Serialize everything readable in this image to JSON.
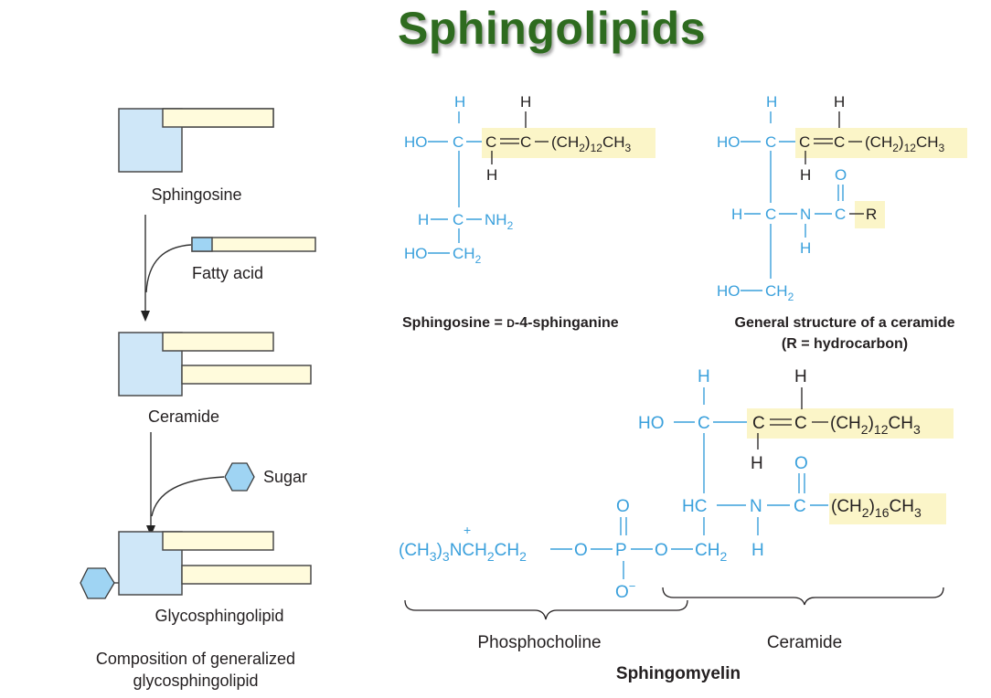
{
  "title": "Sphingolipids",
  "left_panel": {
    "sphingosine_label": "Sphingosine",
    "fatty_acid_label": "Fatty acid",
    "ceramide_label": "Ceramide",
    "sugar_label": "Sugar",
    "glycosphingolipid_label": "Glycosphingolipid",
    "caption_line1": "Composition of generalized",
    "caption_line2": "glycosphingolipid"
  },
  "sphingosine_structure": {
    "h_top1": "H",
    "h_top2": "H",
    "ho1": "HO",
    "c1": "C",
    "c2": "C",
    "eq": "=",
    "c3": "C",
    "chain_ch": "(CH",
    "chain_2": "2",
    "chain_paren": ")",
    "chain_12": "12",
    "chain_ch3": "CH",
    "chain_3": "3",
    "h_below": "H",
    "h_left": "H",
    "c_mid": "C",
    "nh": "NH",
    "nh_2": "2",
    "ho2": "HO",
    "ch": "CH",
    "ch_2": "2",
    "caption_a": "Sphingosine = ",
    "caption_d": "D",
    "caption_b": "-4-sphinganine"
  },
  "ceramide_structure": {
    "h_top1": "H",
    "h_top2": "H",
    "ho1": "HO",
    "c1": "C",
    "c2": "C",
    "eq": "=",
    "c3": "C",
    "chain_ch": "(CH",
    "chain_2": "2",
    "chain_paren": ")",
    "chain_12": "12",
    "chain_ch3": "CH",
    "chain_3": "3",
    "h_below": "H",
    "o": "O",
    "h_left": "H",
    "c_mid": "C",
    "n": "N",
    "c_carbonyl": "C",
    "r": "R",
    "nh_h": "H",
    "ho2": "HO",
    "ch": "CH",
    "ch_2": "2",
    "caption_line1": "General structure of a ceramide",
    "caption_line2": "(R = hydrocarbon)"
  },
  "sphingomyelin_structure": {
    "h_top1": "H",
    "h_top2": "H",
    "ho": "HO",
    "c1": "C",
    "c2": "C",
    "eq": "=",
    "c3": "C",
    "chain_ch": "(CH",
    "chain_2": "2",
    "chain_paren": ")",
    "chain_12": "12",
    "chain_ch3": "CH",
    "chain_3": "3",
    "h_below": "H",
    "o_carbonyl": "O",
    "hc": "HC",
    "n": "N",
    "c_carbonyl": "C",
    "fa_ch": "(CH",
    "fa_2": "2",
    "fa_paren": ")",
    "fa_16": "16",
    "fa_ch3": "CH",
    "fa_3": "3",
    "o_phosphate": "O",
    "plus": "+",
    "choline_a": "(CH",
    "choline_3a": "3",
    "choline_b": ")",
    "choline_3b": "3",
    "choline_c": "NCH",
    "choline_2a": "2",
    "choline_d": "CH",
    "choline_2b": "2",
    "o1": "O",
    "p": "P",
    "o2": "O",
    "ch2": "CH",
    "ch2_2": "2",
    "nh_h": "H",
    "o_minus": "O",
    "minus": "−",
    "brace_left_label": "Phosphocholine",
    "brace_right_label": "Ceramide",
    "caption": "Sphingomyelin"
  },
  "colors": {
    "title_green": "#2e6b1f",
    "chem_blue": "#3aa0dc",
    "highlight_yellow": "#fbf5c8",
    "head_blue": "#cfe7f8",
    "tail_yellow": "#fffbdc"
  }
}
